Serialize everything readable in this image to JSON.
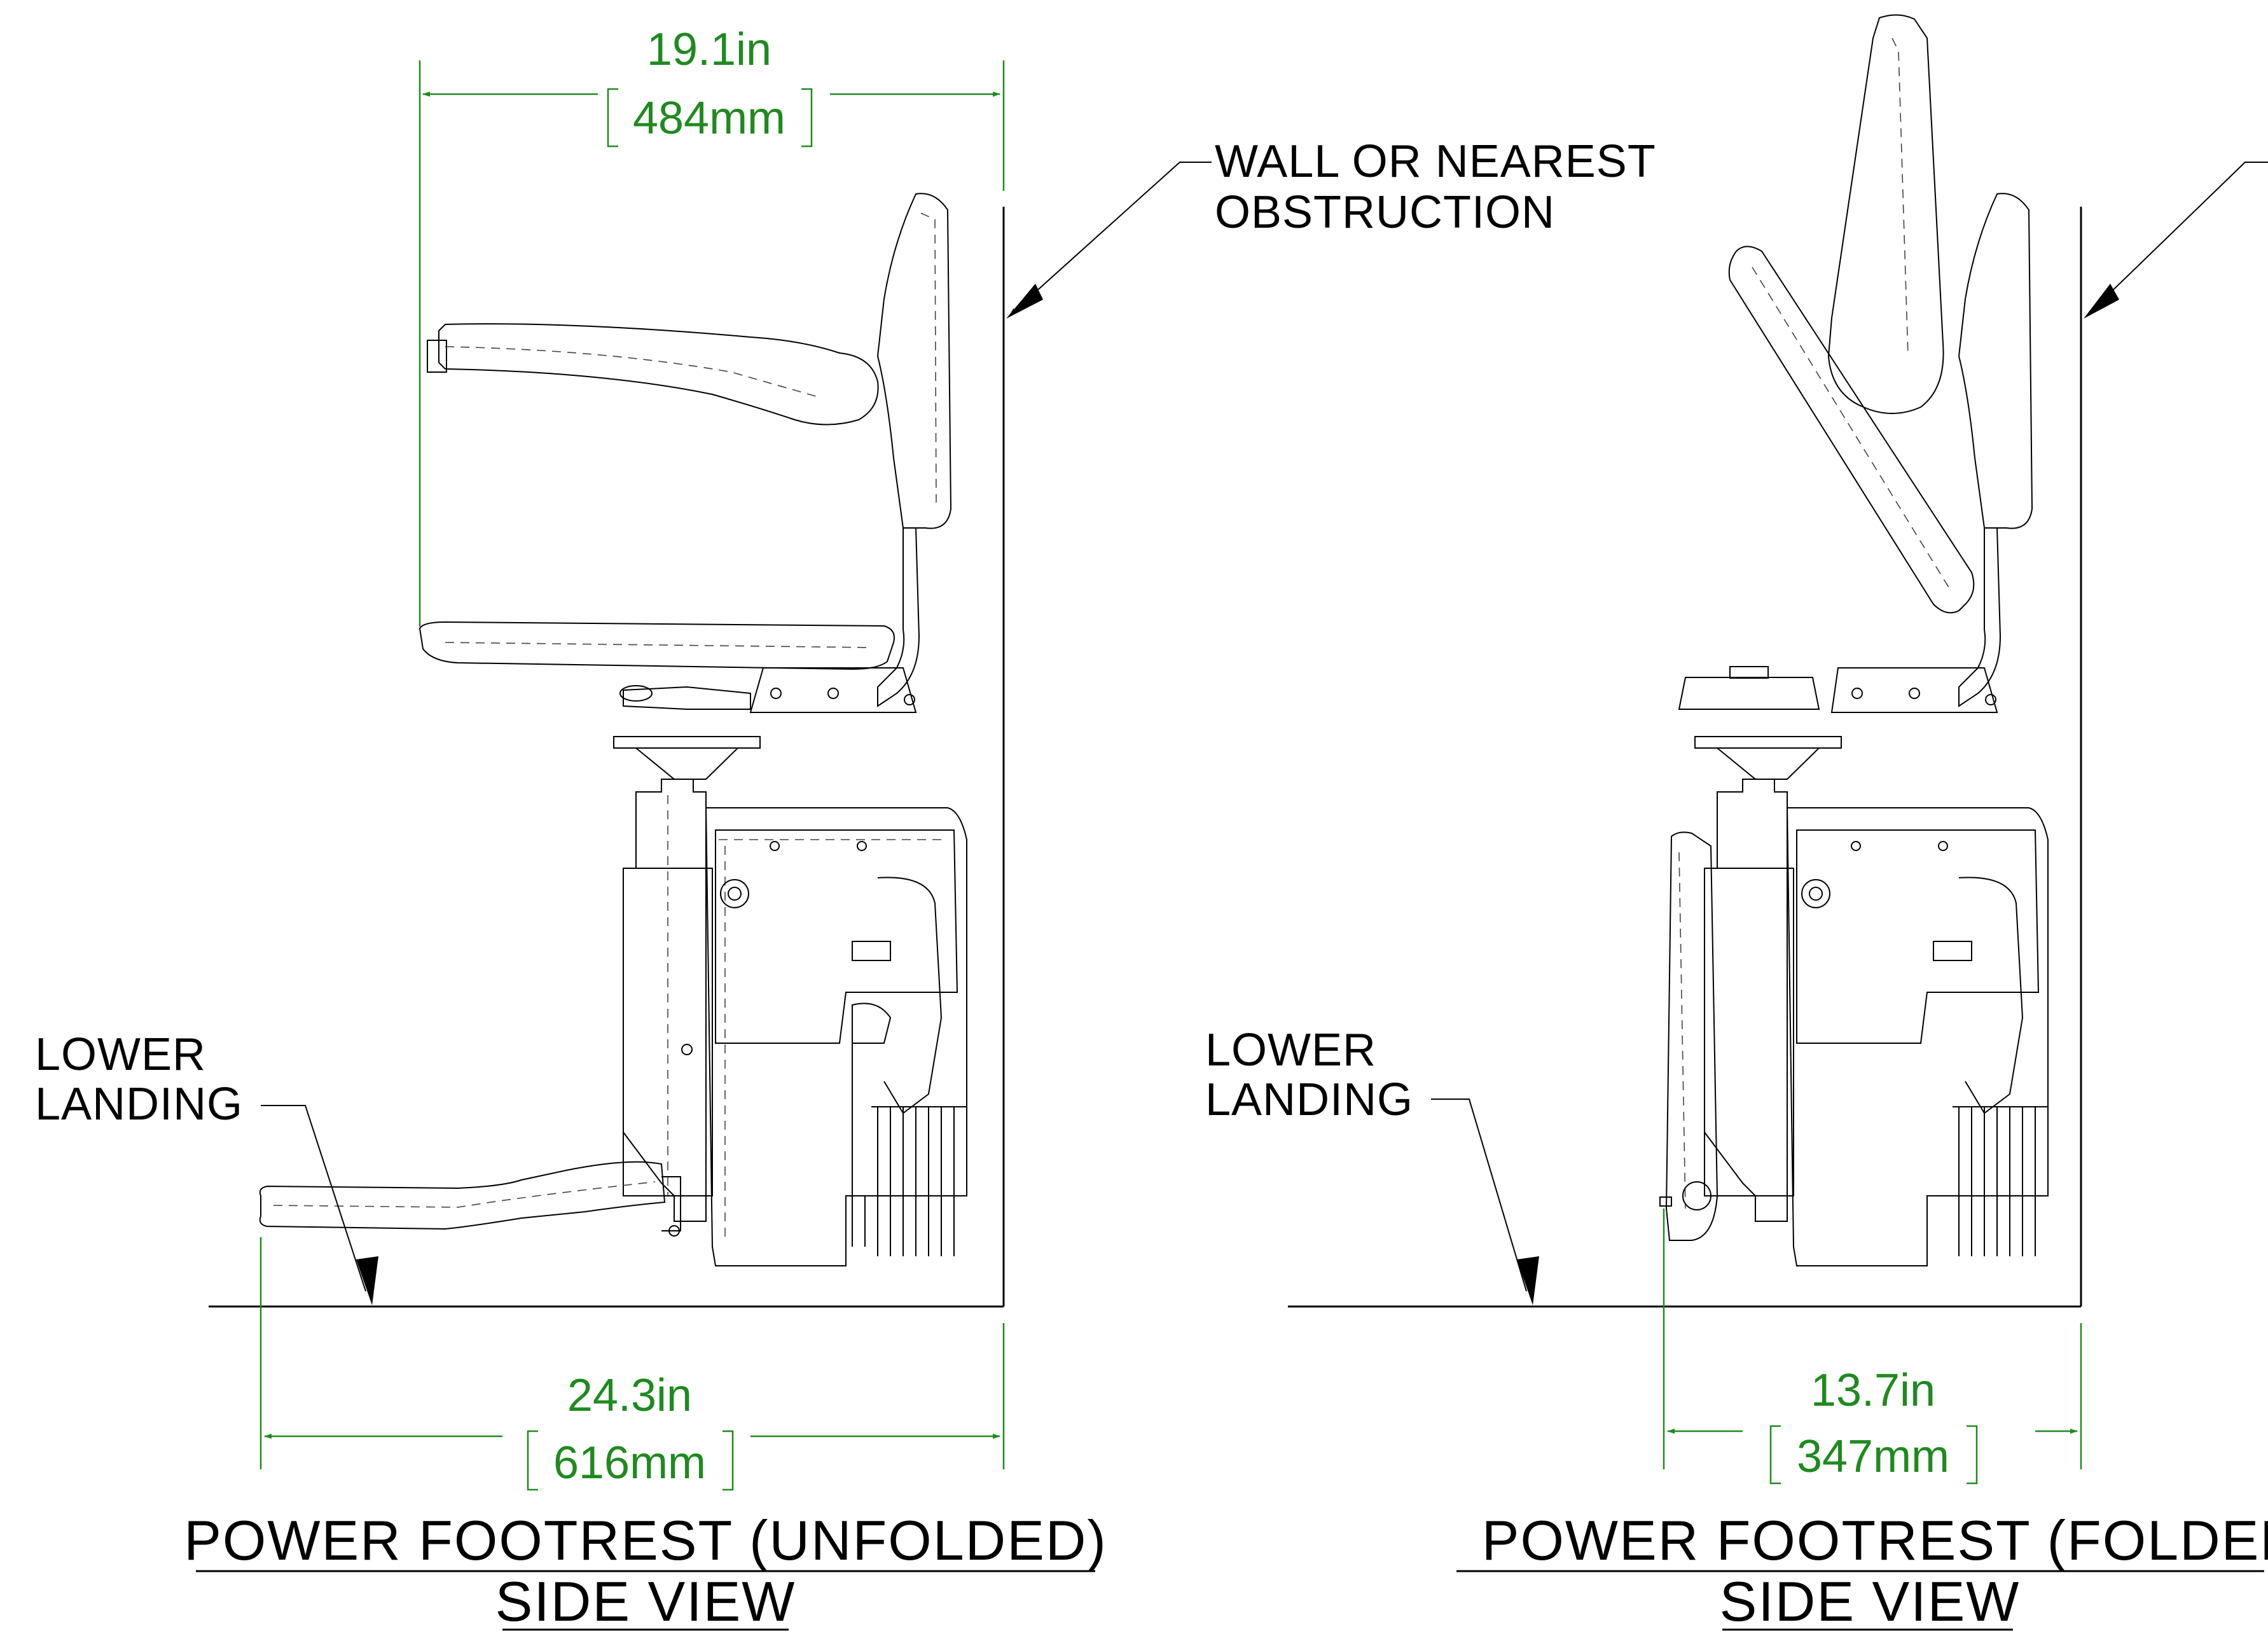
{
  "labels": {
    "wall": [
      "WALL OR NEAREST",
      "OBSTRUCTION"
    ],
    "lower_landing_left": [
      "LOWER",
      "LANDING"
    ],
    "lower_landing_right": [
      "LOWER",
      "LANDING"
    ]
  },
  "dimensions": {
    "seat_width": {
      "imperial": "19.1in",
      "metric": "484mm"
    },
    "unfolded_depth": {
      "imperial": "24.3in",
      "metric": "616mm"
    },
    "folded_depth": {
      "imperial": "13.7in",
      "metric": "347mm"
    }
  },
  "views": {
    "unfolded": {
      "title": "POWER FOOTREST (UNFOLDED)",
      "subtitle": "SIDE VIEW"
    },
    "folded": {
      "title": "POWER FOOTREST (FOLDED)",
      "subtitle": "SIDE VIEW"
    }
  },
  "colors": {
    "dimension": "#1f8a1f",
    "line": "#000000"
  }
}
